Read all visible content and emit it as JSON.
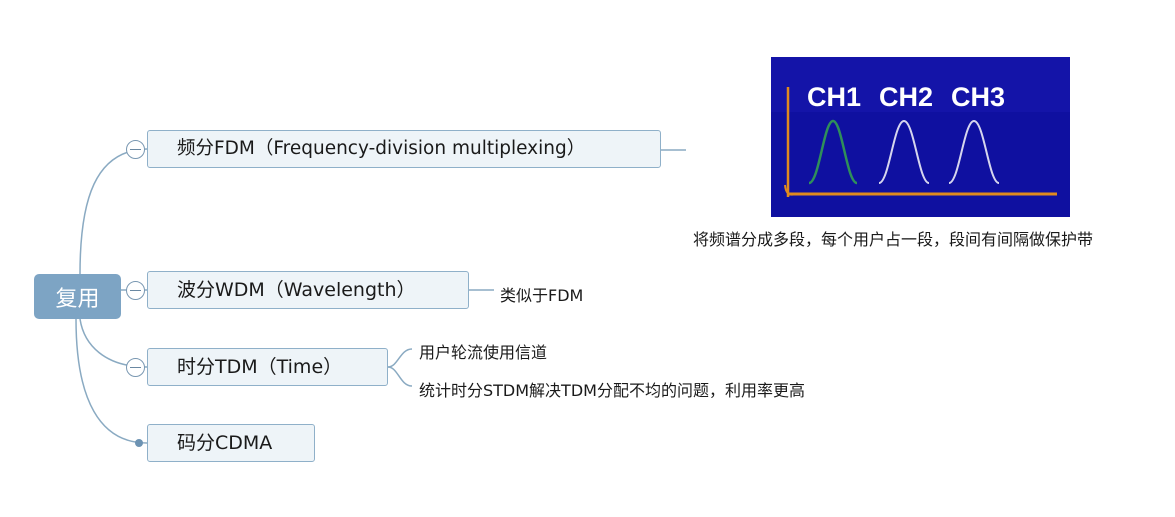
{
  "root": {
    "label": "复用"
  },
  "topics": [
    {
      "label": "频分FDM（Frequency-division multiplexing）"
    },
    {
      "label": "波分WDM（Wavelength）"
    },
    {
      "label": "时分TDM（Time）"
    },
    {
      "label": "码分CDMA"
    }
  ],
  "notes": {
    "fdm": "将频谱分成多段，每个用户占一段，段间有间隔做保护带",
    "wdm": "类似于FDM",
    "tdm_1": "用户轮流使用信道",
    "tdm_2": "统计时分STDM解决TDM分配不均的问题，利用率更高"
  },
  "fdm_image": {
    "channels": [
      "CH1",
      "CH2",
      "CH3"
    ],
    "colors": {
      "background": "#1414a8",
      "axis": "#e08a1e",
      "ch1": "#2f8f5a",
      "ch_other": "#d6d6ee",
      "label": "#ffffff"
    }
  },
  "colors": {
    "root_fill": "#7da4c4",
    "topic_fill": "#eef4f8",
    "topic_border": "#8fb0c9",
    "link": "#8aaac2"
  }
}
